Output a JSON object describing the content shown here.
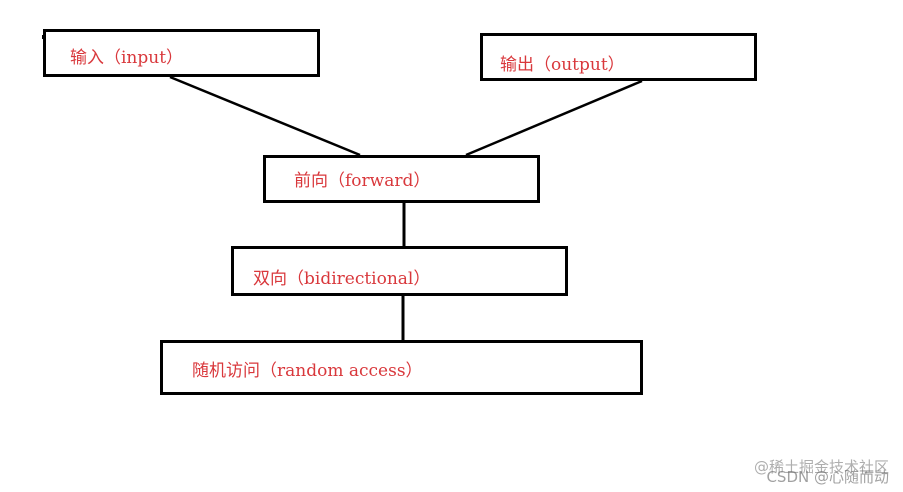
{
  "diagram": {
    "nodes": [
      {
        "id": "input",
        "label": "输入（input）"
      },
      {
        "id": "output",
        "label": "输出（output）"
      },
      {
        "id": "forward",
        "label": "前向（forward）"
      },
      {
        "id": "bidir",
        "label": "双向（bidirectional）"
      },
      {
        "id": "random",
        "label": "随机访问（random access）"
      }
    ],
    "edges": [
      {
        "from": "input",
        "to": "forward"
      },
      {
        "from": "output",
        "to": "forward"
      },
      {
        "from": "forward",
        "to": "bidir"
      },
      {
        "from": "bidir",
        "to": "random"
      }
    ],
    "colors": {
      "label": "#d9383c",
      "border": "#000000",
      "background": "#ffffff"
    }
  },
  "watermark": {
    "line1": "@稀土掘金技术社区",
    "line2": "CSDN @心随而动"
  }
}
